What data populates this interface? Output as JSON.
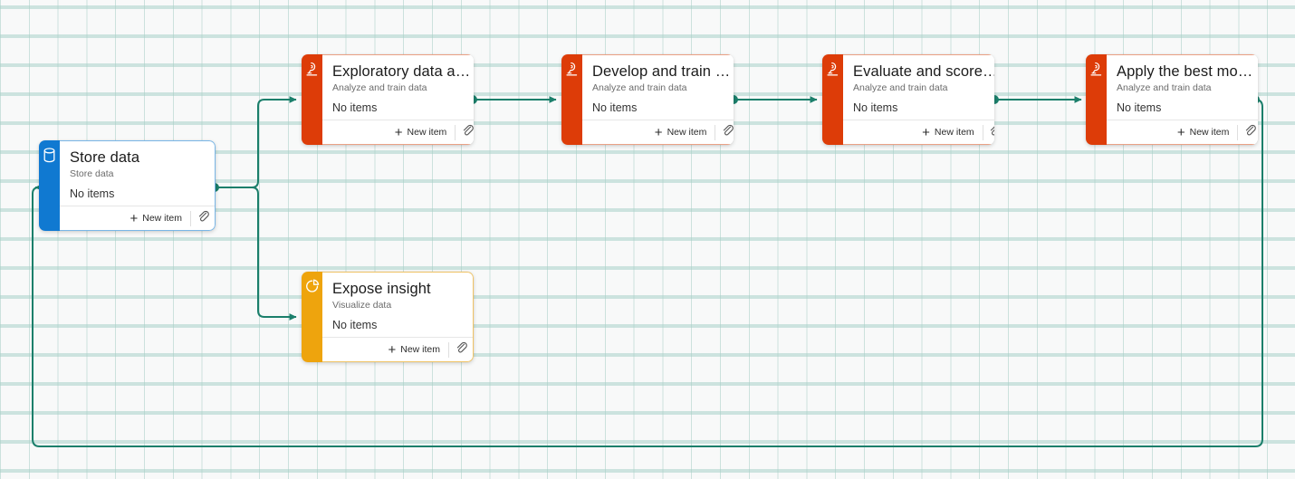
{
  "canvas": {
    "background_color": "#f8f9f9",
    "grid_color": "#a8cec6",
    "edge_color": "#1b7f6b"
  },
  "colors": {
    "store": "#1079d1",
    "analyze": "#dd3c08",
    "visualize": "#eea40d",
    "edge": "#1b7f6b"
  },
  "labels": {
    "new_item": "New item",
    "no_items": "No items"
  },
  "nodes": [
    {
      "id": "store-data",
      "title": "Store data",
      "subtitle": "Store data",
      "status": "No items",
      "new_item": "New item",
      "icon": "database-icon",
      "accent": "#1079d1"
    },
    {
      "id": "exploratory-data-analysis",
      "title": "Exploratory data a…",
      "subtitle": "Analyze and train data",
      "status": "No items",
      "new_item": "New item",
      "icon": "microscope-icon",
      "accent": "#dd3c08"
    },
    {
      "id": "develop-and-train",
      "title": "Develop and train …",
      "subtitle": "Analyze and train data",
      "status": "No items",
      "new_item": "New item",
      "icon": "microscope-icon",
      "accent": "#dd3c08"
    },
    {
      "id": "evaluate-and-score",
      "title": "Evaluate and score…",
      "subtitle": "Analyze and train data",
      "status": "No items",
      "new_item": "New item",
      "icon": "microscope-icon",
      "accent": "#dd3c08"
    },
    {
      "id": "apply-the-best-model",
      "title": "Apply the best mo…",
      "subtitle": "Analyze and train data",
      "status": "No items",
      "new_item": "New item",
      "icon": "microscope-icon",
      "accent": "#dd3c08"
    },
    {
      "id": "expose-insight",
      "title": "Expose insight",
      "subtitle": "Visualize data",
      "status": "No items",
      "new_item": "New item",
      "icon": "pie-chart-icon",
      "accent": "#eea40d"
    }
  ]
}
